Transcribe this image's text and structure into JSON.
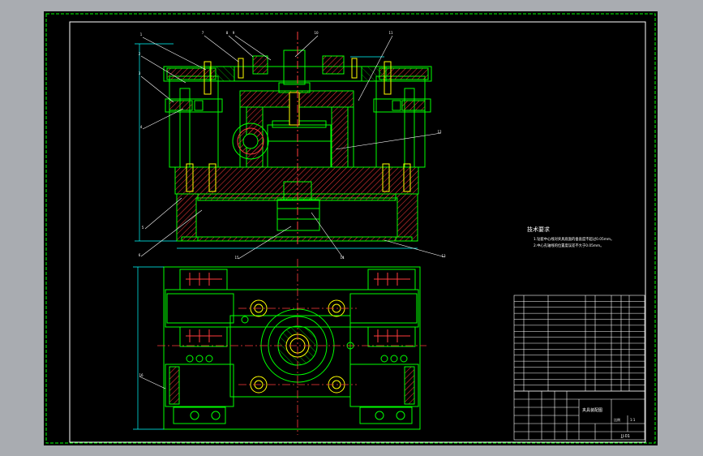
{
  "tech_requirements": {
    "heading": "技术要求",
    "line1": "1.钻套中心线对夹具底面的垂直度不超过0.05mm。",
    "line2": "2.中心孔轴线的位置度误差不大于0.05mm。"
  },
  "title_block": {
    "part_title": "夹具装配图",
    "drawing_number": "JJ-01",
    "scale_label": "比例",
    "scale_value": "1:1"
  },
  "balloons": [
    "1",
    "2",
    "3",
    "4",
    "5",
    "6",
    "7",
    "8",
    "9",
    "10",
    "11",
    "12",
    "13",
    "14",
    "15",
    "16"
  ],
  "colors": {
    "background": "#000000",
    "part_lines": "#00ff00",
    "section_hatch": "#ff3b3b",
    "center_lines": "#ff3b3b",
    "bolts": "#ffff00",
    "dimensions": "#00ffff",
    "text": "#ffffff",
    "frame": "#ffffff"
  }
}
